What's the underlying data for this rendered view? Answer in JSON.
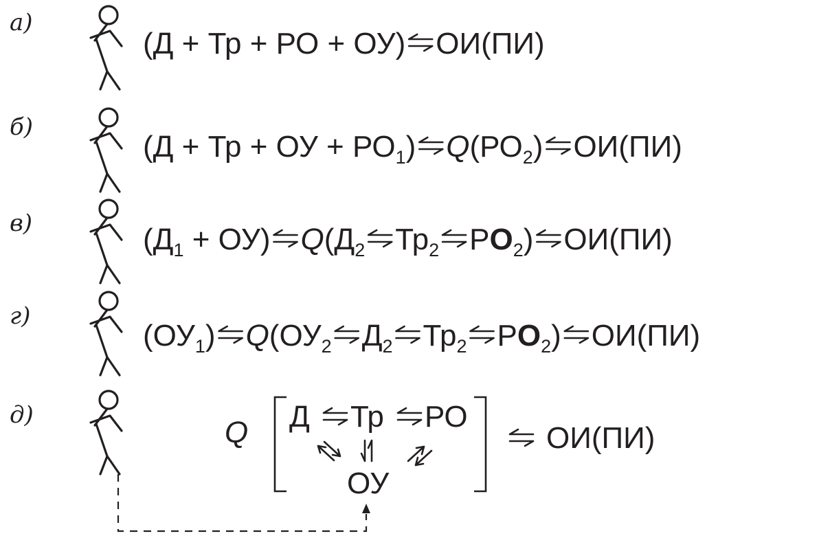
{
  "rows": [
    {
      "label": "а)",
      "tokens": [
        {
          "t": "(Д + Тр + РО + ОУ)"
        },
        {
          "arrow": "eq"
        },
        {
          "t": "ОИ(ПИ)"
        }
      ]
    },
    {
      "label": "б)",
      "tokens": [
        {
          "t": "(Д + Тр + ОУ + РО"
        },
        {
          "sub": "1"
        },
        {
          "t": ")"
        },
        {
          "arrow": "eq"
        },
        {
          "t": "Q",
          "style": "italic"
        },
        {
          "t": "(РО"
        },
        {
          "sub": "2"
        },
        {
          "t": ")"
        },
        {
          "arrow": "eq"
        },
        {
          "t": "ОИ(ПИ)"
        }
      ]
    },
    {
      "label": "в)",
      "tokens": [
        {
          "t": "(Д"
        },
        {
          "sub": "1"
        },
        {
          "t": " + ОУ)"
        },
        {
          "arrow": "eq"
        },
        {
          "t": "Q",
          "style": "italic"
        },
        {
          "t": "(Д"
        },
        {
          "sub": "2"
        },
        {
          "arrow": "eq"
        },
        {
          "t": "Тр"
        },
        {
          "sub": "2"
        },
        {
          "arrow": "eq"
        },
        {
          "t": "Р"
        },
        {
          "t": "О",
          "style": "bold"
        },
        {
          "sub": "2"
        },
        {
          "t": ")"
        },
        {
          "arrow": "eq"
        },
        {
          "t": "ОИ(ПИ)"
        }
      ]
    },
    {
      "label": "г)",
      "tokens": [
        {
          "t": "(ОУ"
        },
        {
          "sub": "1"
        },
        {
          "t": ")"
        },
        {
          "arrow": "eq"
        },
        {
          "t": "Q",
          "style": "italic"
        },
        {
          "t": "(ОУ"
        },
        {
          "sub": "2"
        },
        {
          "arrow": "eq"
        },
        {
          "t": "Д"
        },
        {
          "sub": "2"
        },
        {
          "arrow": "eq"
        },
        {
          "t": "Тр"
        },
        {
          "sub": "2"
        },
        {
          "arrow": "eq"
        },
        {
          "t": "Р"
        },
        {
          "t": "О",
          "style": "bold"
        },
        {
          "sub": "2"
        },
        {
          "t": ")"
        },
        {
          "arrow": "eq"
        },
        {
          "t": "ОИ(ПИ)"
        }
      ]
    }
  ],
  "row_d": {
    "label": "д)",
    "q": "Q",
    "top_items": [
      "Д",
      "Тр",
      "РО"
    ],
    "bottom_item": "ОУ",
    "result": "ОИ(ПИ)"
  },
  "colors": {
    "ink": "#231f20",
    "background": "#ffffff"
  }
}
